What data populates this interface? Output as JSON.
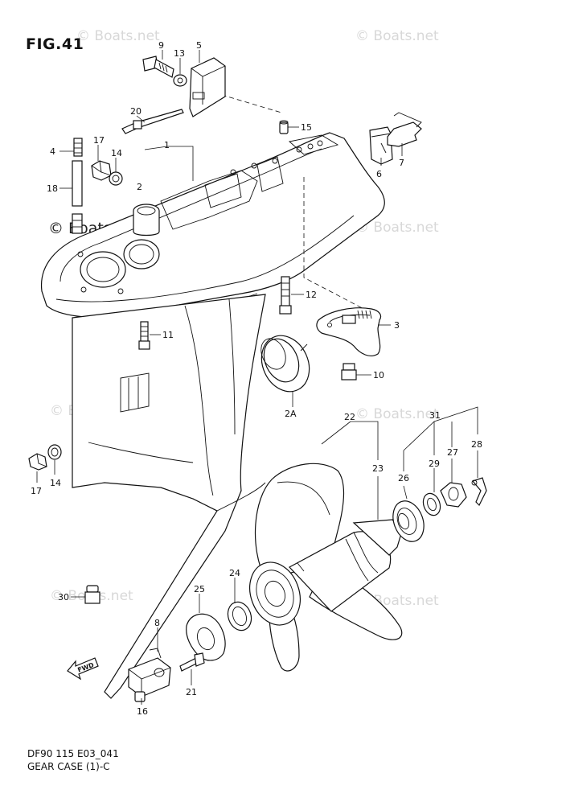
{
  "figure": {
    "title": "FIG.41",
    "model_code": "DF90 115 E03_041",
    "section_name": "GEAR CASE (1)-C",
    "direction_label": "FWD"
  },
  "watermark": {
    "text": "© Boats.net",
    "color": "#d8d8d8"
  },
  "callouts": [
    "9",
    "13",
    "5",
    "20",
    "15",
    "17",
    "14",
    "4",
    "1",
    "2",
    "18",
    "6",
    "7",
    "12",
    "3",
    "11",
    "10",
    "2A",
    "22",
    "31",
    "28",
    "23",
    "27",
    "29",
    "26",
    "17",
    "14",
    "24",
    "25",
    "30",
    "8",
    "21",
    "16"
  ]
}
